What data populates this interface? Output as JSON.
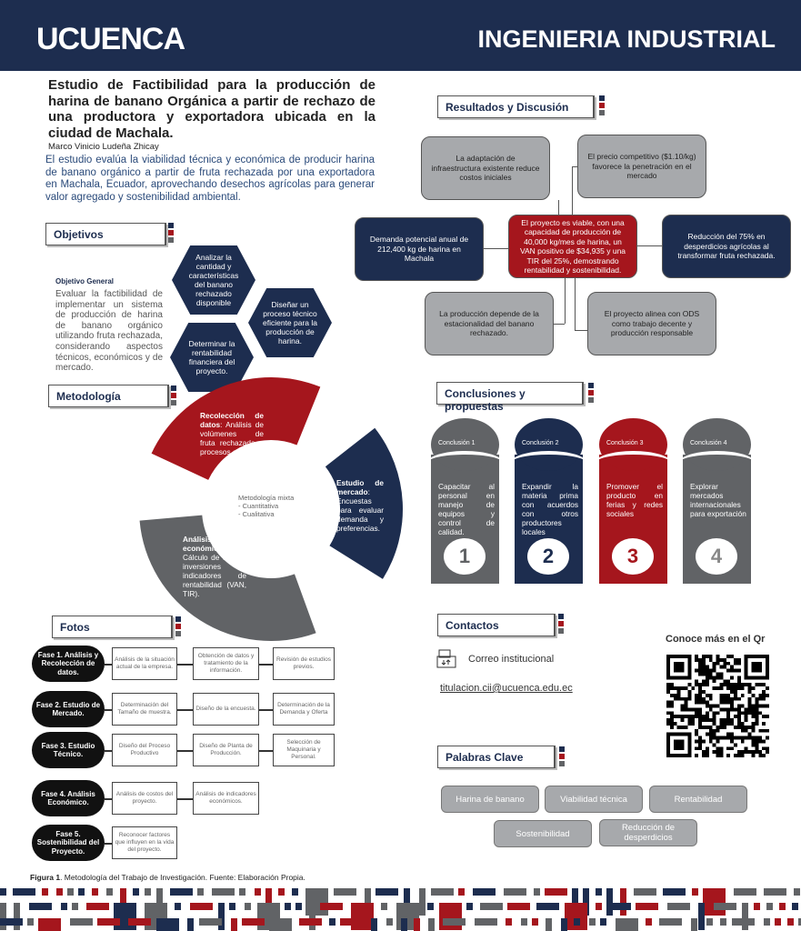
{
  "header": {
    "logo": "UCUENCA",
    "department": "INGENIERIA INDUSTRIAL"
  },
  "title": "Estudio de Factibilidad para la producción de harina de banano Orgánica a partir de rechazo de una productora y exportadora ubicada en la ciudad de Machala.",
  "author": "Marco Vinicio Ludeña Zhicay",
  "abstract": "El estudio evalúa la viabilidad técnica y económica de producir harina de banano orgánico a partir de fruta rechazada por una exportadora en Machala, Ecuador, aprovechando desechos agrícolas para generar valor agregado y sostenibilidad ambiental.",
  "colors": {
    "navy": "#1d2d4f",
    "red": "#a5161d",
    "gray": "#616366",
    "light_gray": "#a7a9ac"
  },
  "objetivos": {
    "heading": "Objetivos",
    "general_label": "Objetivo General",
    "general_text": "Evaluar la factibilidad de implementar un sistema de producción de harina de banano orgánico utilizando fruta rechazada, considerando aspectos técnicos, económicos y de mercado.",
    "specific": [
      "Analizar la cantidad y características del banano rechazado disponible",
      "Diseñar un proceso técnico eficiente para la producción de harina.",
      "Determinar la rentabilidad financiera del proyecto."
    ]
  },
  "metodologia": {
    "heading": "Metodología",
    "center_title": "Metodología mixta",
    "center_items": [
      "- Cuantitativa",
      "- Cualitativa"
    ],
    "segments": [
      {
        "title": "Recolección de datos",
        "text": ": Análisis de volúmenes de fruta rechazada y procesos actuales"
      },
      {
        "title": "Estudio de mercado",
        "text": ": Encuestas para evaluar demanda y preferencias."
      },
      {
        "title": "Análisis económico",
        "text": ": Cálculo de costos, inversiones e indicadores de rentabilidad (VAN, TIR)."
      }
    ]
  },
  "resultados": {
    "heading": "Resultados y Discusión",
    "center": "El proyecto es viable, con una capacidad de producción de 40,000 kg/mes de harina, un VAN positivo de $34,935 y una TIR del 25%, demostrando rentabilidad y sostenibilidad.",
    "items": [
      "La adaptación de infraestructura existente reduce costos iniciales",
      "El precio competitivo ($1.10/kg) favorece la penetración en el mercado",
      "Demanda potencial anual de 212,400 kg de harina en Machala",
      "Reducción del 75% en desperdicios agrícolas al transformar fruta rechazada.",
      "La producción depende de la estacionalidad del banano rechazado.",
      "El proyecto alinea con ODS como trabajo decente y producción responsable"
    ]
  },
  "conclusiones": {
    "heading": "Conclusiones y propuestas",
    "items": [
      {
        "label": "Conclusión 1",
        "text": "Capacitar al personal en manejo de equipos y control de calidad.",
        "num": "1"
      },
      {
        "label": "Conclusión 2",
        "text": "Expandir la materia prima con acuerdos con otros productores locales",
        "num": "2"
      },
      {
        "label": "Conclusión 3",
        "text": "Promover el producto en ferias y redes sociales",
        "num": "3"
      },
      {
        "label": "Conclusión 4",
        "text": "Explorar mercados internacionales para exportación",
        "num": "4"
      }
    ]
  },
  "fotos": {
    "heading": "Fotos",
    "phases": [
      {
        "name": "Fase 1. Análisis y Recolección de datos.",
        "steps": [
          "Análisis de la situación actual de la empresa.",
          "Obtención de datos y tratamiento de la información.",
          "Revisión de estudios previos."
        ]
      },
      {
        "name": "Fase 2. Estudio de Mercado.",
        "steps": [
          "Determinación del Tamaño de muestra.",
          "Diseño de la encuesta.",
          "Determinación de la Demanda y Oferta"
        ]
      },
      {
        "name": "Fase 3. Estudio Técnico.",
        "steps": [
          "Diseño del Proceso Productivo",
          "Diseño de Planta de Producción.",
          "Selección de Maquinaria y Personal."
        ]
      },
      {
        "name": "Fase 4. Análisis Económico.",
        "steps": [
          "Análisis de costos del proyecto.",
          "Análisis de indicadores económicos."
        ]
      },
      {
        "name": "Fase 5. Sostenibilidad del Proyecto.",
        "steps": [
          "Reconocer factores que influyen en la vida del proyecto."
        ]
      }
    ],
    "caption_bold": "Figura 1",
    "caption": ". Metodología del Trabajo de Investigación. Fuente: Elaboración Propia."
  },
  "contactos": {
    "heading": "Contactos",
    "mail_label": "Correo institucional",
    "email": "titulacion.cii@ucuenca.edu.ec",
    "qr_title": "Conoce más en el Qr"
  },
  "palabras": {
    "heading": "Palabras Clave",
    "items": [
      "Harina de banano",
      "Viabilidad técnica",
      "Rentabilidad",
      "Sostenibilidad",
      "Reducción de desperdicios"
    ]
  }
}
